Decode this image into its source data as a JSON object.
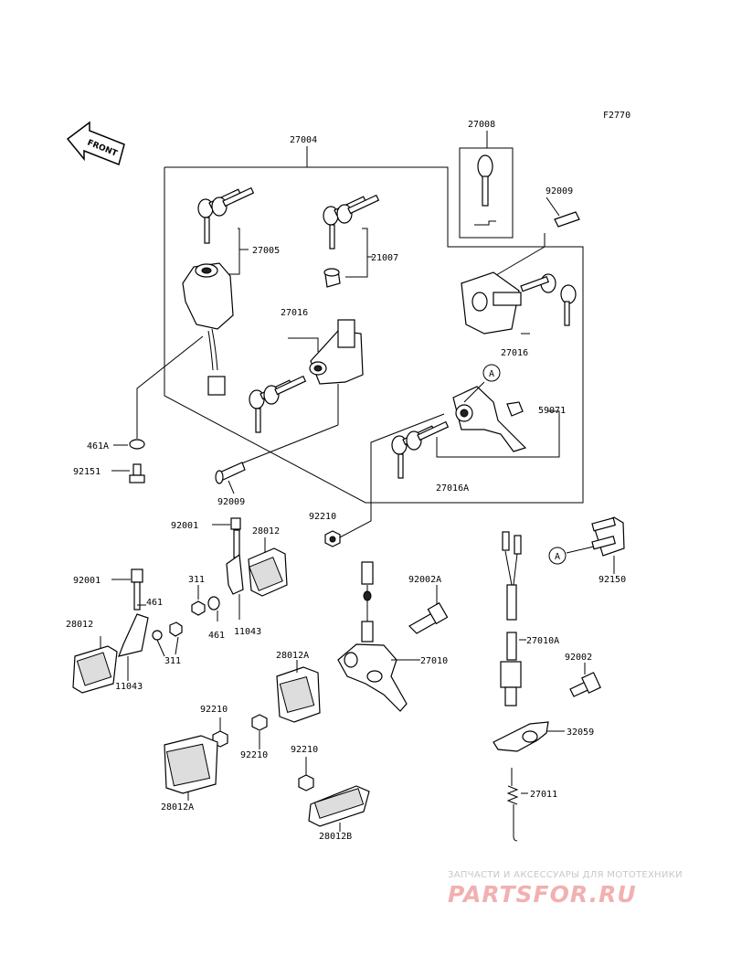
{
  "figure_code": "F2770",
  "front_label": "FRONT",
  "labels": {
    "l27004": "27004",
    "l27008": "27008",
    "l92009a": "92009",
    "l27005": "27005",
    "l21007": "21007",
    "l27016a": "27016",
    "l27016b": "27016",
    "l461A": "461A",
    "l92151": "92151",
    "l59071": "59071",
    "l27016A": "27016A",
    "l92009b": "92009",
    "l92210a": "92210",
    "l92001a": "92001",
    "l28012a": "28012",
    "l92150": "92150",
    "l92001b": "92001",
    "l311a": "311",
    "l461a": "461",
    "l461b": "461",
    "l11043a": "11043",
    "l92002A": "92002A",
    "l28012b": "28012",
    "l311b": "311",
    "l11043b": "11043",
    "l27010": "27010",
    "l27010A": "27010A",
    "l28012A1": "28012A",
    "l92002": "92002",
    "l92210b": "92210",
    "l92210c": "92210",
    "l32059": "32059",
    "l92210d": "92210",
    "l27011": "27011",
    "l28012A2": "28012A",
    "l28012B": "28012B",
    "refA1": "A",
    "refA2": "A"
  },
  "watermark": {
    "line1": "ЗАПЧАСТИ И АКСЕССУАРЫ ДЛЯ МОТОТЕХНИКИ",
    "line2": "PARTSFOR.RU"
  }
}
